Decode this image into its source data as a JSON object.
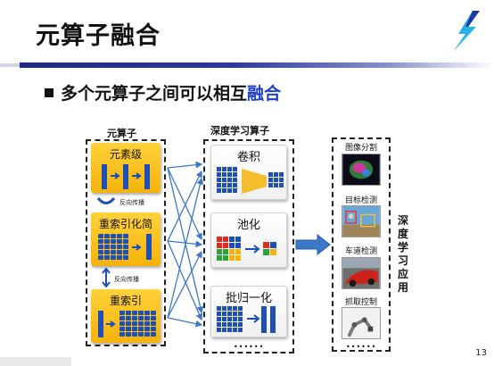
{
  "slide": {
    "title": "元算子融合",
    "bullet_text": "多个元算子之间可以相互",
    "bullet_highlight": "融合",
    "page_number": "13"
  },
  "columns": {
    "meta_label": "元算子",
    "dl_label": "深度学习算子"
  },
  "meta_ops": [
    {
      "label": "元素级"
    },
    {
      "label": "重索引化简"
    },
    {
      "label": "重索引"
    }
  ],
  "backprop_label": "反向传播",
  "dl_ops": [
    {
      "label": "卷积"
    },
    {
      "label": "池化"
    },
    {
      "label": "批归一化"
    }
  ],
  "dl_ellipsis": "••••••",
  "tasks": [
    {
      "label": "图像分割"
    },
    {
      "label": "目标检测"
    },
    {
      "label": "车道检测"
    },
    {
      "label": "抓取控制"
    }
  ],
  "tasks_ellipsis": "••••••",
  "vertical_label": "深度学习应用",
  "colors": {
    "accent_blue": "#1d4fb5",
    "highlight_text": "#1f3fd0",
    "yellow": "#f5b20a",
    "arrow_blue": "#3b78c8"
  }
}
